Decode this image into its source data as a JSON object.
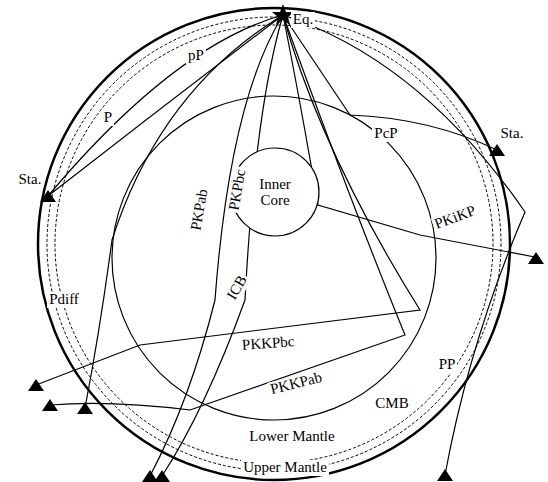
{
  "diagram": {
    "nodes": [
      {
        "text": [
          "Inner Core"
        ]
      }
    ],
    "labels": [
      "Eq.",
      "Sta.",
      "Sta.",
      "pP",
      "P",
      "PcP",
      "PKPab",
      "PKPbc",
      "PKiKP",
      "ICB",
      "Pdiff",
      "PKKPbc",
      "PKKPab",
      "PP",
      "CMB",
      "Lower Mantle",
      "Upper Mantle"
    ]
  }
}
